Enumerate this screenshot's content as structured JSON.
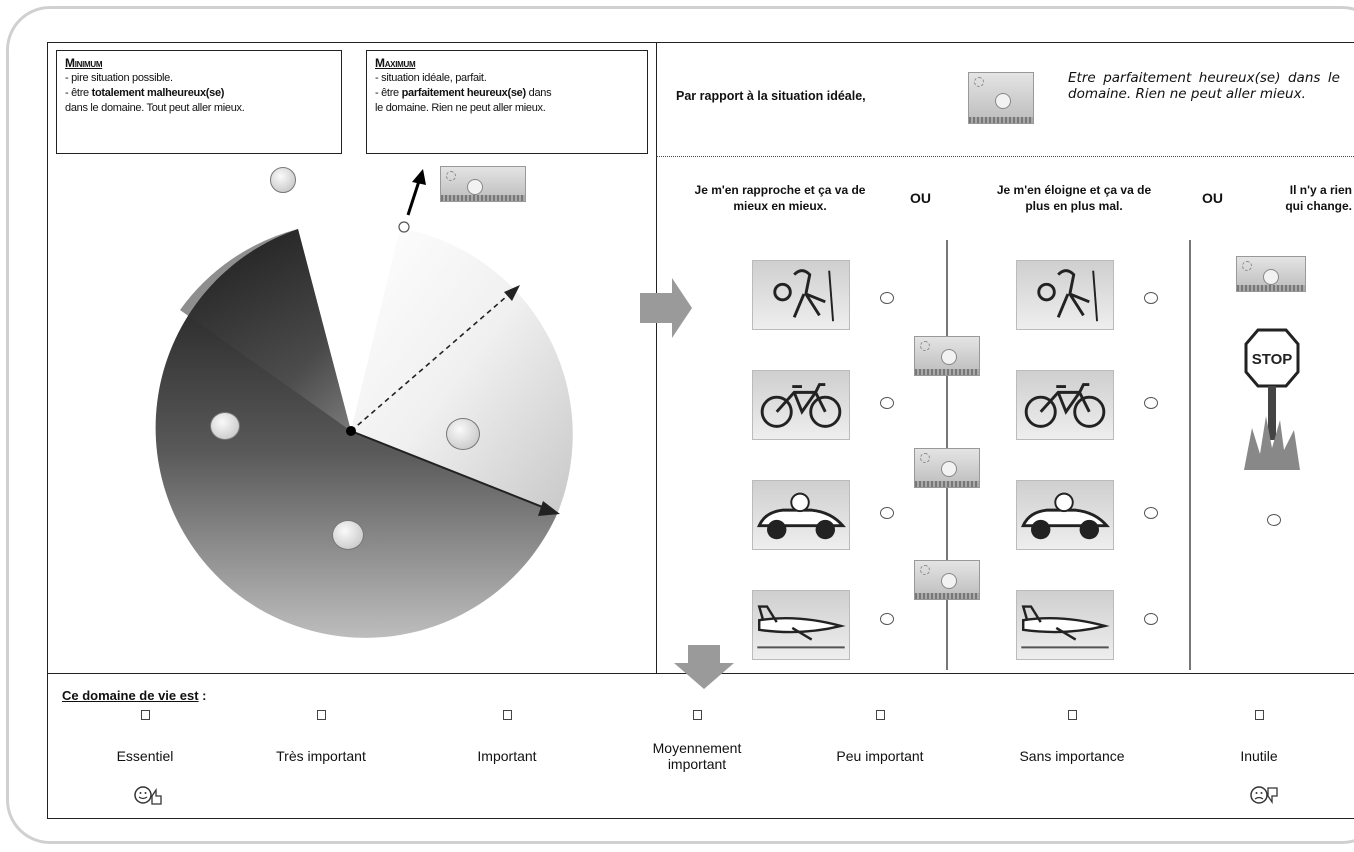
{
  "left_panel": {
    "minimum": {
      "title": "Minimum",
      "line1": "- pire situation possible.",
      "line2_pre": "- être ",
      "line2_bold": "totalement malheureux(se)",
      "line3": "dans le domaine. Tout peut aller mieux."
    },
    "maximum": {
      "title": "Maximum",
      "line1": "- situation idéale, parfait.",
      "line2_pre": "- être ",
      "line2_bold": "parfaitement heureux(se)",
      "line2_post": " dans",
      "line3": "le domaine. Rien ne peut aller mieux."
    }
  },
  "right_panel": {
    "header_label": "Par rapport à la situation idéale,",
    "header_description": "Etre parfaitement heureux(se) dans le domaine. Rien ne peut aller mieux.",
    "col1_title_line1": "Je m'en rapproche et ça va de",
    "col1_title_line2": "mieux en mieux.",
    "ou": "OU",
    "col2_title_line1": "Je m'en éloigne et ça va de",
    "col2_title_line2": "plus en plus mal.",
    "col3_title_line1": "Il n'y a rien",
    "col3_title_line2": "qui change.",
    "transport_items": [
      "hiker",
      "bicycle",
      "race-car",
      "airplane"
    ],
    "stop_sign": "STOP"
  },
  "bottom": {
    "label": "Ce domaine de vie est",
    "label_suffix": " :",
    "options": [
      {
        "label": "Essentiel"
      },
      {
        "label": "Très important"
      },
      {
        "label": "Important"
      },
      {
        "label_line1": "Moyennement",
        "label_line2": "important"
      },
      {
        "label": "Peu important"
      },
      {
        "label": "Sans importance"
      },
      {
        "label": "Inutile"
      }
    ],
    "left_icon": "thumbs-up-smiley-icon",
    "right_icon": "thumbs-down-smiley-icon"
  },
  "colors": {
    "border": "#222222",
    "arrow_gray": "#9a9a9a",
    "frame": "#d0d0d0"
  }
}
